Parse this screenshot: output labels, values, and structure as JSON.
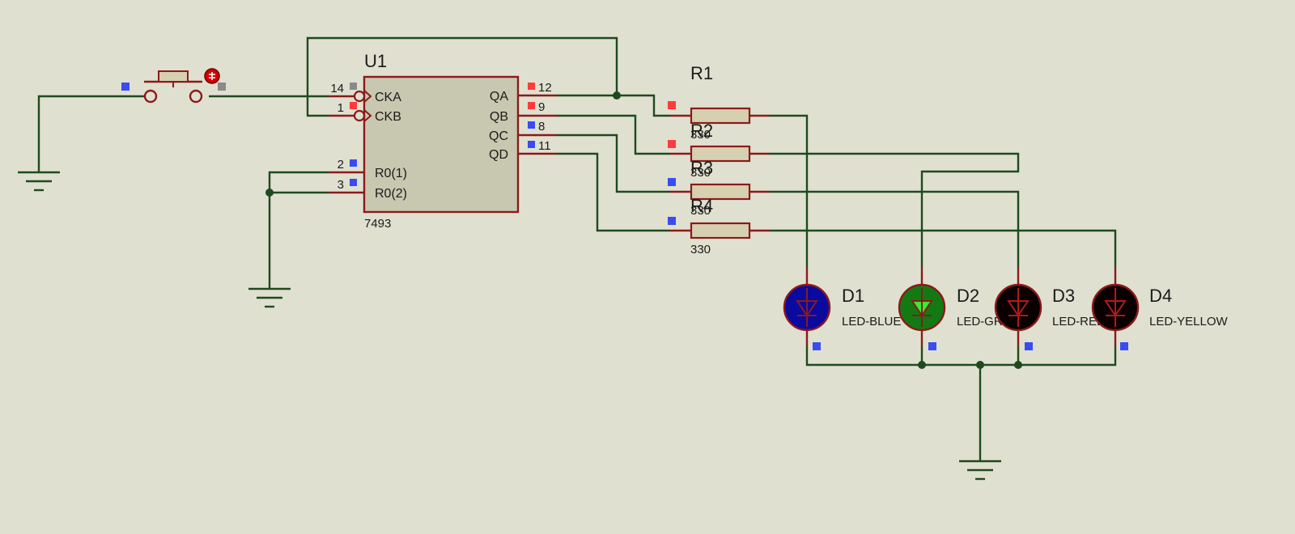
{
  "colors": {
    "background": "#e0e0d0",
    "wire": "#1e4a1e",
    "component_outline": "#8b1a1a",
    "ic_fill": "#c8c8b0",
    "resistor_fill": "#d6d0b0",
    "pin_state_high": "#ff3b3b",
    "pin_state_low": "#3a4cf0",
    "pin_state_float": "#8a8a8a",
    "led_blue_on": "#0a0aa0",
    "led_green_on": "#137a13",
    "led_red_off": "#0a0000",
    "led_yellow_off": "#0a0000"
  },
  "ic": {
    "ref": "U1",
    "value": "7493",
    "pins_left": [
      {
        "num": "14",
        "name": "CKA"
      },
      {
        "num": "1",
        "name": "CKB"
      },
      {
        "num": "2",
        "name": "R0(1)"
      },
      {
        "num": "3",
        "name": "R0(2)"
      }
    ],
    "pins_right": [
      {
        "num": "12",
        "name": "QA"
      },
      {
        "num": "9",
        "name": "QB"
      },
      {
        "num": "8",
        "name": "QC"
      },
      {
        "num": "11",
        "name": "QD"
      }
    ]
  },
  "resistors": [
    {
      "ref": "R1",
      "value": "330"
    },
    {
      "ref": "R2",
      "value": "330"
    },
    {
      "ref": "R3",
      "value": "330"
    },
    {
      "ref": "R4",
      "value": "330"
    }
  ],
  "leds": [
    {
      "ref": "D1",
      "value": "LED-BLUE"
    },
    {
      "ref": "D2",
      "value": "LED-GREEN"
    },
    {
      "ref": "D3",
      "value": "LED-RED"
    },
    {
      "ref": "D4",
      "value": "LED-YELLOW"
    }
  ],
  "button": {
    "icon": "push-button-icon"
  },
  "grounds": [
    "ground-icon",
    "ground-icon",
    "ground-icon"
  ]
}
